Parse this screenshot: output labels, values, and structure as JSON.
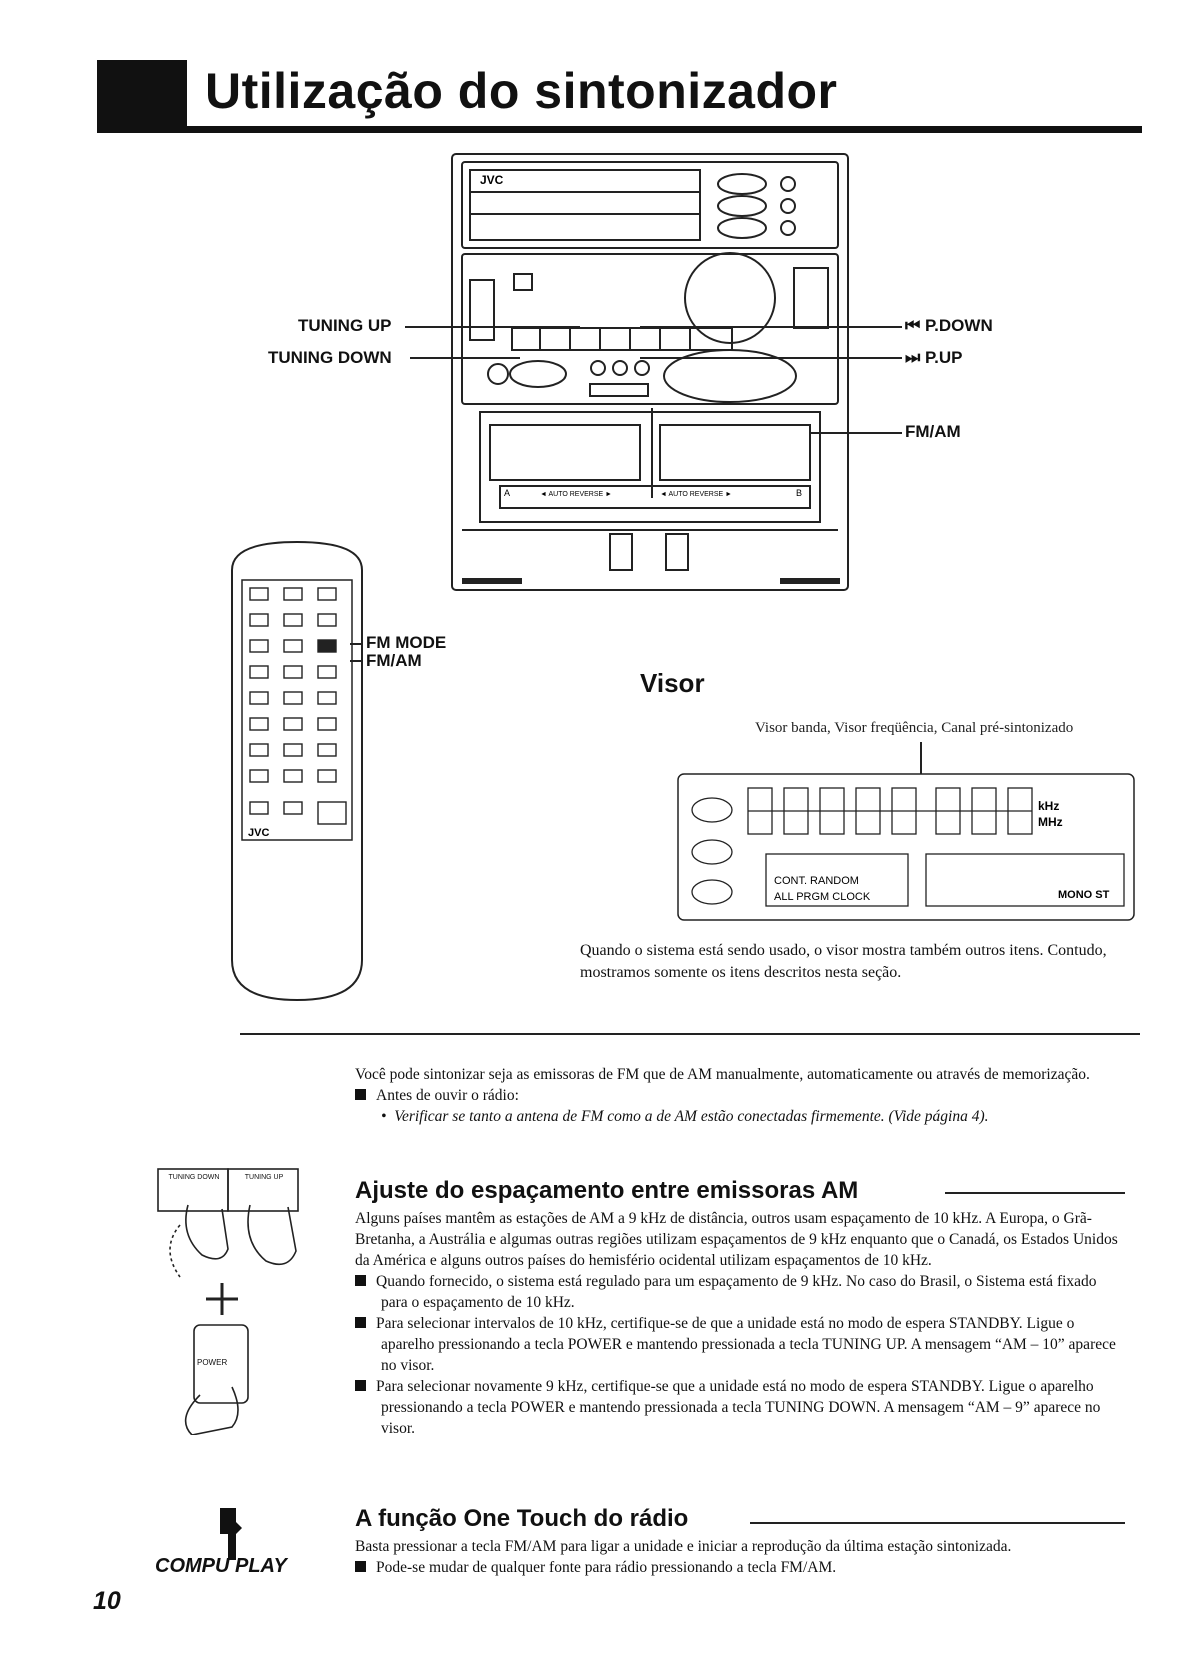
{
  "header": {
    "title": "Utilização do sintonizador"
  },
  "figure": {
    "callouts_left": [
      "TUNING UP",
      "TUNING DOWN"
    ],
    "callouts_right": [
      "P.DOWN",
      "P.UP",
      "FM/AM"
    ],
    "remote_callouts": [
      "FM MODE",
      "FM/AM"
    ],
    "unit_brand": "JVC",
    "remote_brand": "JVC",
    "deck_a": "A",
    "deck_b": "B",
    "deck_a_text": "◄ AUTO REVERSE ►",
    "deck_b_text": "◄ AUTO REVERSE ►",
    "power_label": "POWER"
  },
  "visor": {
    "heading": "Visor",
    "caption": "Visor banda, Visor freqüência, Canal pré-sintonizado",
    "units": [
      "kHz",
      "MHz"
    ],
    "indicators": [
      "CONT. RANDOM",
      "ALL PRGM CLOCK",
      "MONO ST"
    ],
    "note": "Quando o sistema está sendo usado, o visor mostra também outros itens. Contudo, mostramos somente os itens descritos nesta seção."
  },
  "intro": {
    "paragraph": "Você pode sintonizar seja as emissoras de FM que de AM manualmente, automaticamente ou através de memorização.",
    "before_label": "Antes de ouvir o rádio:",
    "before_item": "Verificar se tanto a antena de FM como a de AM estão conectadas firmemente. (Vide página 4)."
  },
  "section_am": {
    "heading": "Ajuste do espaçamento entre emissoras AM",
    "paragraph": "Alguns países mantêm as estações de AM a 9 kHz de distância, outros usam espaçamento de 10 kHz. A Europa, o Grã-Bretanha, a Austrália e algumas outras regiões utilizam espaçamentos de 9 kHz enquanto que o Canadá, os Estados Unidos da América e alguns outros países do hemisfério ocidental utilizam espaçamentos de 10 kHz.",
    "items": [
      "Quando fornecido, o sistema está regulado para um espaçamento de 9 kHz. No caso do Brasil, o Sistema está fixado para o espaçamento de 10 kHz.",
      "Para selecionar intervalos de 10 kHz, certifique-se de que a unidade está no modo de espera STANDBY. Ligue o aparelho pressionando a tecla POWER e mantendo pressionada a tecla TUNING UP. A mensagem “AM – 10” aparece no visor.",
      "Para selecionar novamente 9 kHz, certifique-se que a unidade está no modo de espera STANDBY. Ligue o aparelho pressionando a tecla POWER e mantendo pressionada a tecla TUNING DOWN. A mensagem “AM – 9” aparece no visor."
    ],
    "key_labels": [
      "TUNING DOWN",
      "TUNING UP"
    ],
    "plus": "+",
    "power_key": "POWER"
  },
  "section_onetouch": {
    "heading": "A função One Touch do rádio",
    "paragraph": "Basta pressionar a tecla FM/AM para ligar a unidade e iniciar a reprodução da última estação sintonizada.",
    "item": "Pode-se mudar de qualquer fonte para rádio pressionando a tecla FM/AM."
  },
  "footer": {
    "page_number": "10",
    "logo": "COMPU PLAY"
  }
}
